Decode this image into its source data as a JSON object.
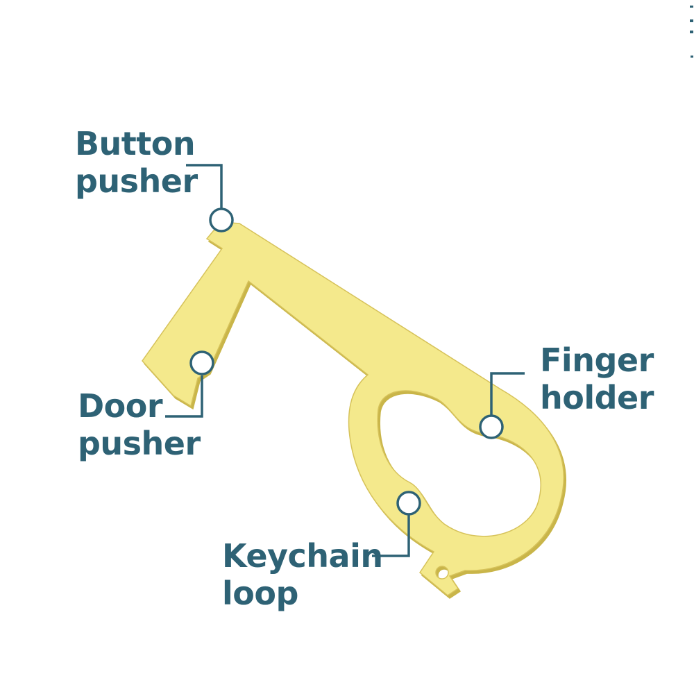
{
  "colors": {
    "label_text": "#2e6275",
    "leader_line": "#2e6275",
    "tool_fill": "#f4e98c",
    "tool_edge": "#d6c25a",
    "marker_fill": "#ffffff",
    "background": "#ffffff"
  },
  "callouts": {
    "button_pusher": {
      "line1": "Button",
      "line2": "pusher"
    },
    "door_pusher": {
      "line1": "Door",
      "line2": "pusher"
    },
    "finger_holder": {
      "line1": "Finger",
      "line2": "holder"
    },
    "keychain_loop": {
      "line1": "Keychain",
      "line2": "loop"
    }
  }
}
